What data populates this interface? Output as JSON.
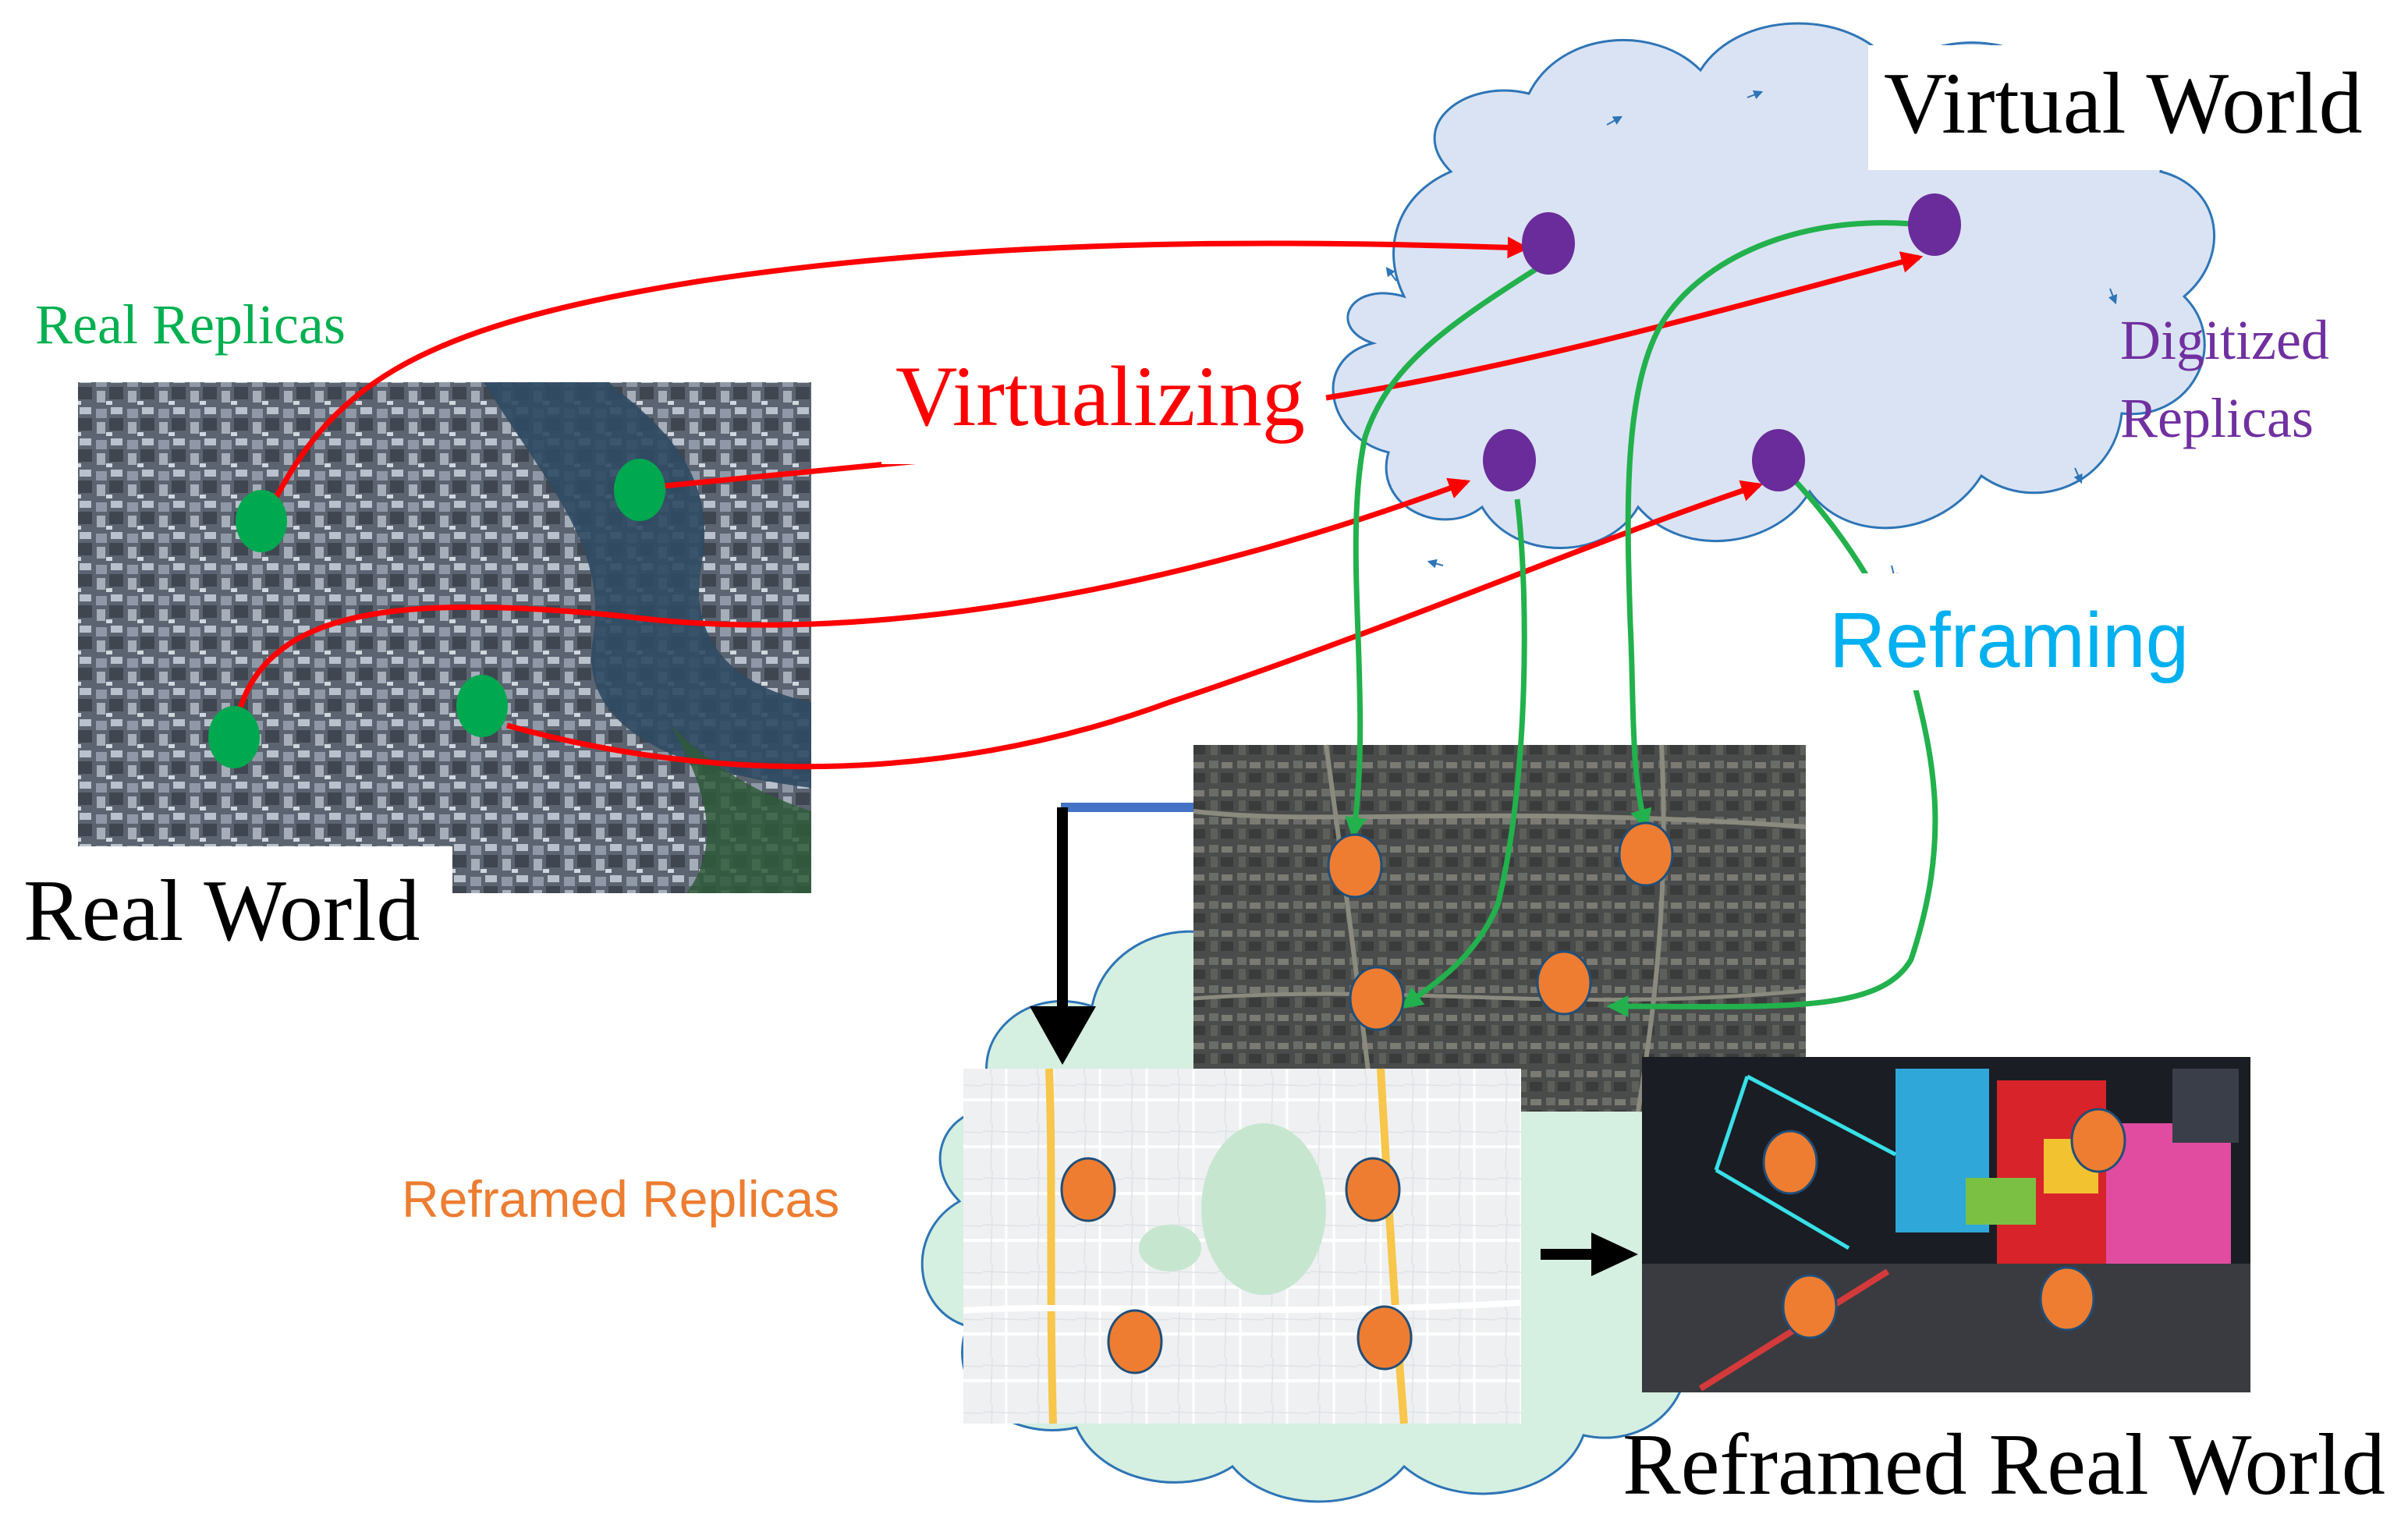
{
  "labels": {
    "virtual_world": "Virtual World",
    "real_world": "Real World",
    "reframed_real_world": "Reframed Real World",
    "real_replicas": "Real Replicas",
    "virtualizing": "Virtualizing",
    "digitized_replicas_line1": "Digitized",
    "digitized_replicas_line2": "Replicas",
    "reframing": "Reframing",
    "reframed_replicas": "Reframed Replicas"
  },
  "colors": {
    "real_replica_node": "#00a850",
    "digitized_replica_node": "#6a2c9a",
    "reframed_replica_node": "#ee7d31",
    "virtualizing_arrow": "#ff0000",
    "reframing_arrow": "#22b14c",
    "real_replicas_text": "#00b050",
    "virtualizing_text": "#ff0000",
    "digitized_text": "#7030a0",
    "reframing_text": "#00b0f0",
    "reframed_replicas_text": "#ed7d31",
    "virtual_cloud_fill": "#dae3f3",
    "virtual_cloud_stroke": "#2e75b6",
    "reframed_cloud_fill": "#d5efe0",
    "connector_blue": "#4472c4"
  },
  "images": {
    "real_world_photo": "aerial-city-photo",
    "satellite_map": "satellite-map",
    "street_map": "street-map",
    "night_street": "night-street-photo"
  }
}
